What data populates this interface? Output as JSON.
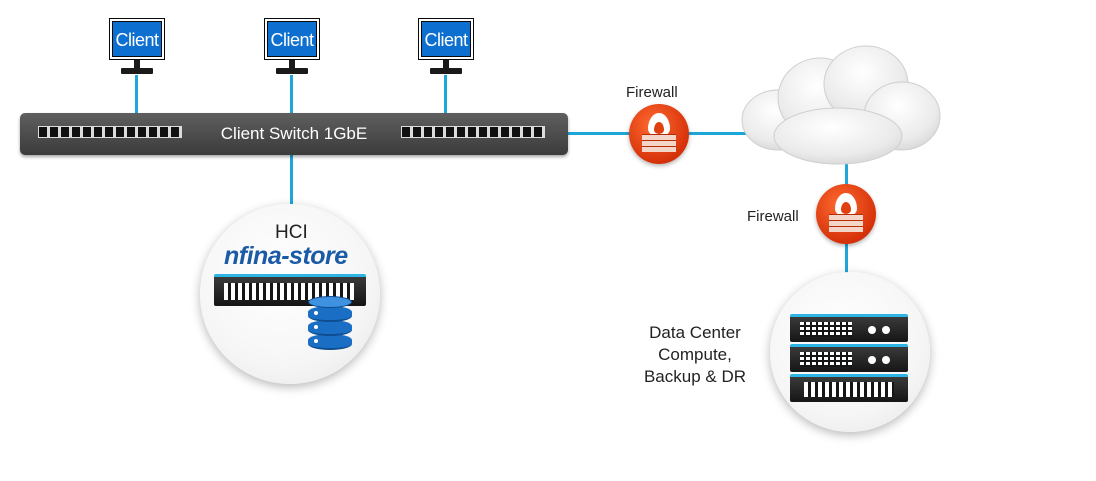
{
  "clients": [
    {
      "label": "Client"
    },
    {
      "label": "Client"
    },
    {
      "label": "Client"
    }
  ],
  "switch": {
    "label": "Client Switch 1GbE"
  },
  "hci": {
    "label": "HCI",
    "brand": "nfina-store"
  },
  "firewalls": [
    {
      "label": "Firewall"
    },
    {
      "label": "Firewall"
    }
  ],
  "datacenter": {
    "lines": [
      "Data Center",
      "Compute,",
      "Backup & DR"
    ]
  },
  "colors": {
    "link": "#1fa6d8",
    "client_screen": "#0d6fd0",
    "firewall": "#d6320a",
    "brand": "#1a5aa6"
  }
}
